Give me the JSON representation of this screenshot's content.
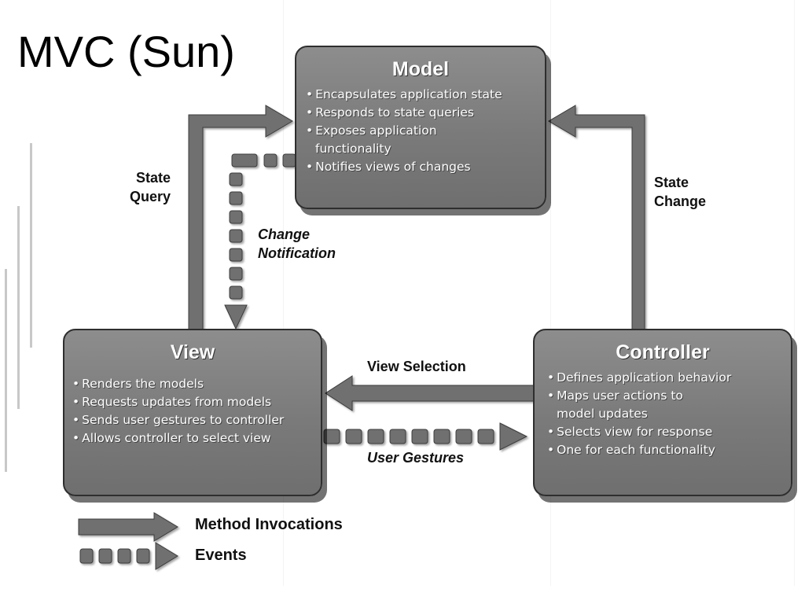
{
  "page_title": "MVC (Sun)",
  "model": {
    "title": "Model",
    "items": [
      "Encapsulates application state",
      "Responds to state queries",
      "Exposes application",
      "functionality",
      "Notifies views of changes"
    ]
  },
  "view": {
    "title": "View",
    "items": [
      "Renders the models",
      "Requests updates from models",
      "Sends user gestures to controller",
      "Allows controller to select view"
    ]
  },
  "controller": {
    "title": "Controller",
    "items": [
      "Defines application behavior",
      "Maps user actions to",
      "model updates",
      "Selects view for response",
      "One for each functionality"
    ]
  },
  "labels": {
    "state_query_1": "State",
    "state_query_2": "Query",
    "state_change_1": "State",
    "state_change_2": "Change",
    "change_notification_1": "Change",
    "change_notification_2": "Notification",
    "view_selection": "View Selection",
    "user_gestures": "User Gestures"
  },
  "legend": {
    "method_invocations": "Method Invocations",
    "events": "Events"
  },
  "colors": {
    "box_fill": "#7d7d7d",
    "box_border": "#2e2e2e",
    "arrow": "#6e6e6e"
  }
}
